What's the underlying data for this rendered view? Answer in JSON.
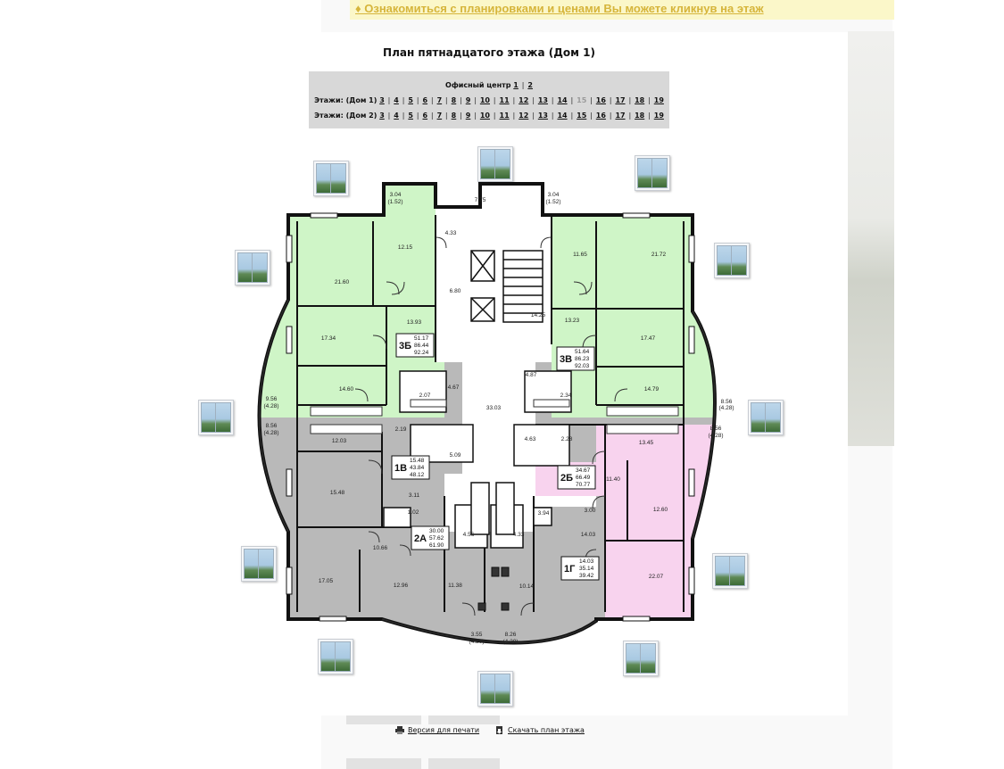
{
  "background": {
    "banner_text": "♦ Ознакомиться с планировками и ценами Вы можете кликнув на этаж"
  },
  "modal": {
    "title": "План пятнадцатого этажа (Дом 1)",
    "office_label": "Офисный центр",
    "office_links": [
      "1",
      "2"
    ],
    "house1_label": "Этажи: (Дом 1)",
    "house2_label": "Этажи: (Дом 2)",
    "floors": [
      "3",
      "4",
      "5",
      "6",
      "7",
      "8",
      "9",
      "10",
      "11",
      "12",
      "13",
      "14",
      "15",
      "16",
      "17",
      "18",
      "19"
    ],
    "current_floor_house1": "15"
  },
  "plan": {
    "apartments": [
      {
        "code": "3Б",
        "areas": [
          "51.17",
          "86.44",
          "92.24"
        ],
        "color": "#cff5c7"
      },
      {
        "code": "3В",
        "areas": [
          "51.64",
          "86.23",
          "92.03"
        ],
        "color": "#cff5c7"
      },
      {
        "code": "1В",
        "areas": [
          "15.48",
          "43.84",
          "48.12"
        ],
        "color": "#b9b9b9"
      },
      {
        "code": "2Б",
        "areas": [
          "34.67",
          "66.49",
          "70.77"
        ],
        "color": "#f8d3ee"
      },
      {
        "code": "2А",
        "areas": [
          "30.00",
          "57.62",
          "61.90"
        ],
        "color": "#b9b9b9"
      },
      {
        "code": "1Г",
        "areas": [
          "14.03",
          "35.14",
          "39.42"
        ],
        "color": "#b9b9b9"
      }
    ],
    "room_labels": [
      "3.04",
      "(1.52)",
      "7.75",
      "3.04",
      "(1.52)",
      "4.33",
      "12.15",
      "11.65",
      "21.60",
      "21.72",
      "6.80",
      "13.93",
      "13.23",
      "14.25",
      "17.34",
      "17.47",
      "14.60",
      "14.79",
      "4.67",
      "4.87",
      "2.07",
      "2.34",
      "33.03",
      "9.56",
      "(4.28)",
      "8.56",
      "(4.28)",
      "8.56",
      "(4.28)",
      "8.56",
      "(4.28)",
      "2.19",
      "4.63",
      "2.28",
      "12.03",
      "13.45",
      "5.09",
      "15.48",
      "11.40",
      "3.11",
      "12.60",
      "1.02",
      "3.94",
      "3.00",
      "4.56",
      "4.33",
      "14.03",
      "10.66",
      "17.05",
      "12.96",
      "11.38",
      "10.14",
      "22.07",
      "3.55",
      "(4.20)",
      "8.26",
      "(4.20)"
    ]
  },
  "footer": {
    "print_label": "Версия для печати",
    "download_label": "Скачать план этажа"
  }
}
